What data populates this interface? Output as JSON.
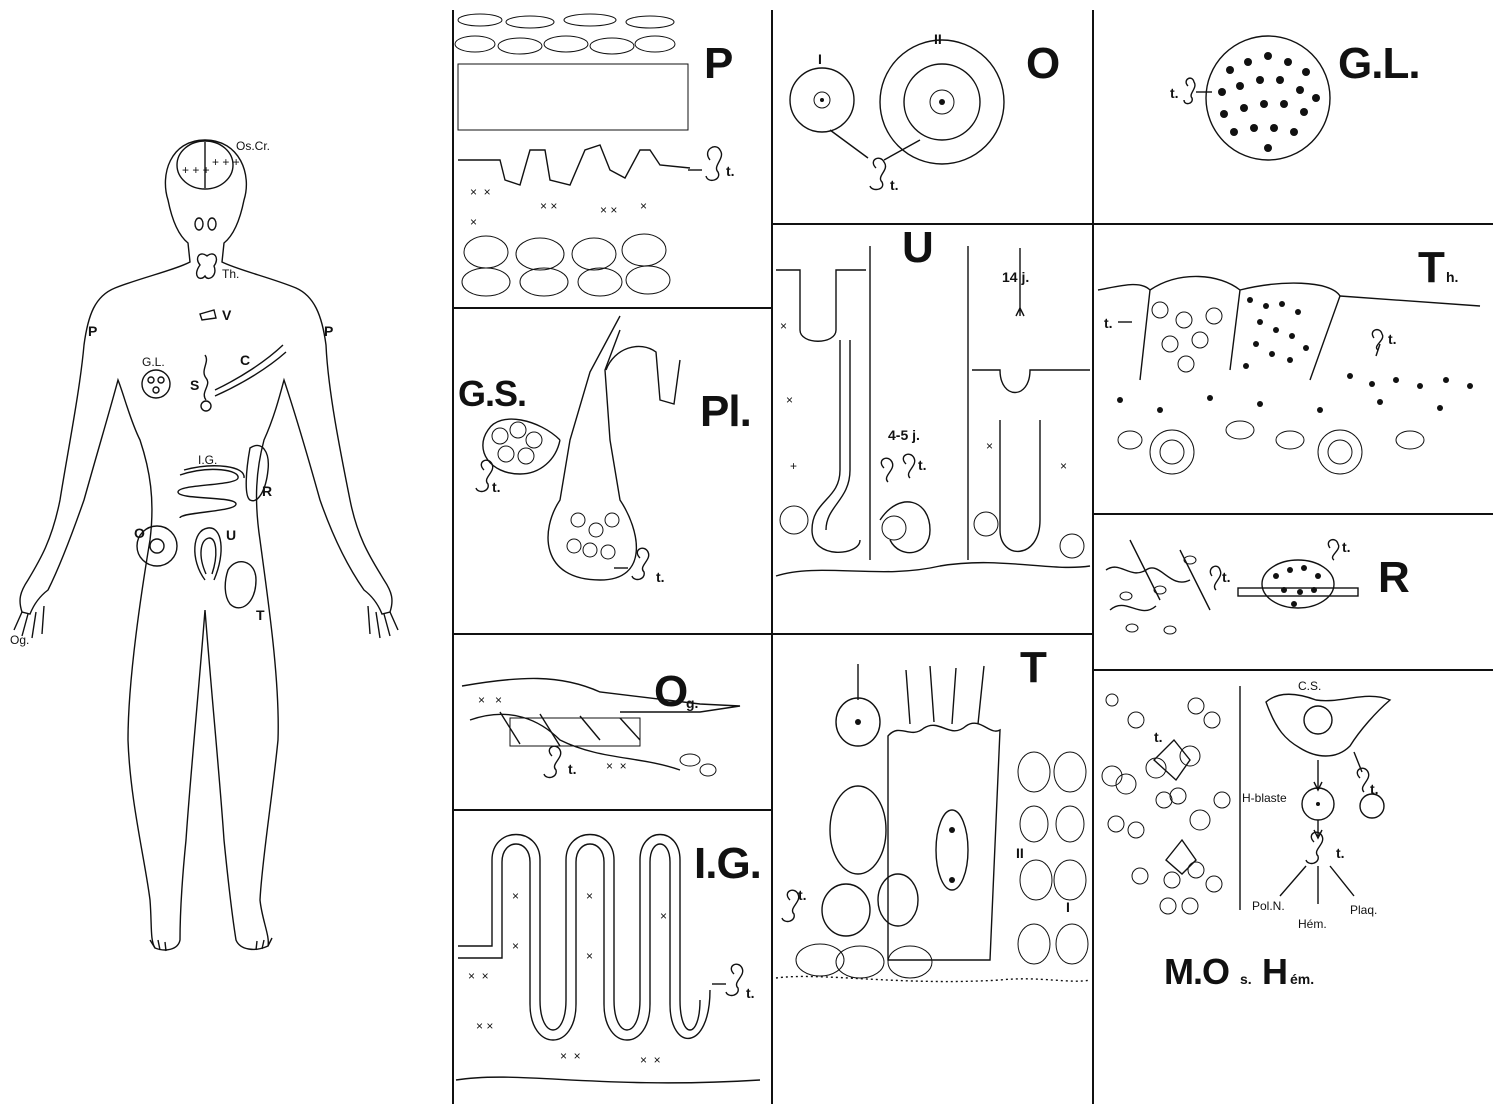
{
  "body_figure": {
    "labels": {
      "os_cr": "Os.Cr.",
      "th": "Th.",
      "v": "V",
      "p_left": "P",
      "p_right": "P",
      "gl": "G.L.",
      "c": "C",
      "s": "S",
      "ig": "I.G.",
      "r": "R",
      "o": "O",
      "u": "U",
      "t": "T",
      "og": "Og."
    }
  },
  "panels": {
    "p": {
      "title": "P",
      "cell_label": "t."
    },
    "o": {
      "title": "O",
      "stage_1": "I",
      "stage_2": "II",
      "cell_label": "t."
    },
    "gl": {
      "title": "G.L.",
      "cell_label": "t."
    },
    "pl": {
      "title": "Pl.",
      "gs_label": "G.S.",
      "cell_label_1": "t.",
      "cell_label_2": "t."
    },
    "u": {
      "title": "U",
      "time_1": "4-5 j.",
      "time_2": "14 j.",
      "cell_label": "t."
    },
    "th": {
      "title_main": "T",
      "title_sub": "h.",
      "cell_label_1": "t.",
      "cell_label_2": "t."
    },
    "r": {
      "title": "R",
      "cell_label_1": "t.",
      "cell_label_2": "t."
    },
    "og": {
      "title_main": "O",
      "title_sub": "g.",
      "cell_label": "t."
    },
    "t": {
      "title": "T",
      "stage_1": "I",
      "stage_2": "II",
      "cell_label": "t."
    },
    "ig": {
      "title": "I.G.",
      "cell_label": "t."
    },
    "mo": {
      "cs_label": "C.S.",
      "hblaste_label": "H-blaste",
      "cell_label_1": "t.",
      "cell_label_2": "t.",
      "cell_label_3": "t.",
      "out_1": "Pol.N.",
      "out_2": "Hém.",
      "out_3": "Plaq.",
      "caption_a": "M.O",
      "caption_b": "s.",
      "caption_c": "H",
      "caption_d": "ém."
    }
  }
}
